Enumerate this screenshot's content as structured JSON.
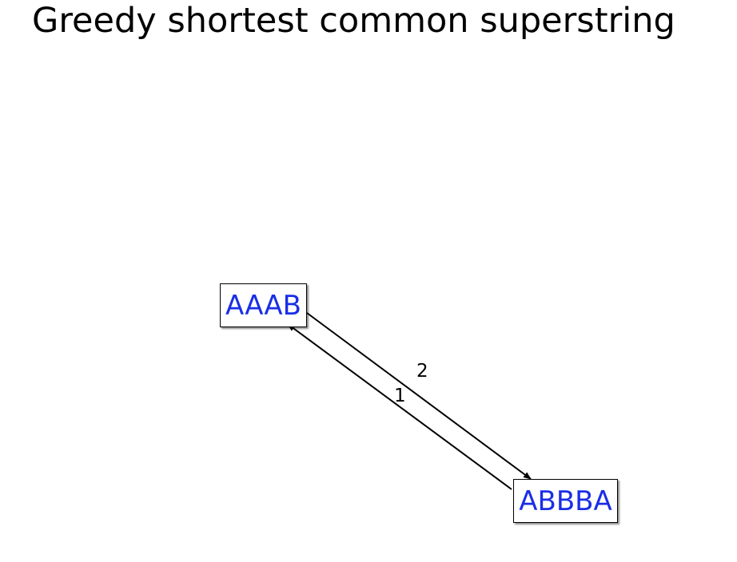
{
  "title": "Greedy shortest common superstring",
  "colors": {
    "node_text": "#1a2ee6",
    "edge": "#000000",
    "background": "#ffffff"
  },
  "nodes": [
    {
      "id": "aaab",
      "label": "AAAB"
    },
    {
      "id": "abbba",
      "label": "ABBBA"
    }
  ],
  "edges": [
    {
      "from": "aaab",
      "to": "abbba",
      "label": "2"
    },
    {
      "from": "abbba",
      "to": "aaab",
      "label": "1"
    }
  ]
}
